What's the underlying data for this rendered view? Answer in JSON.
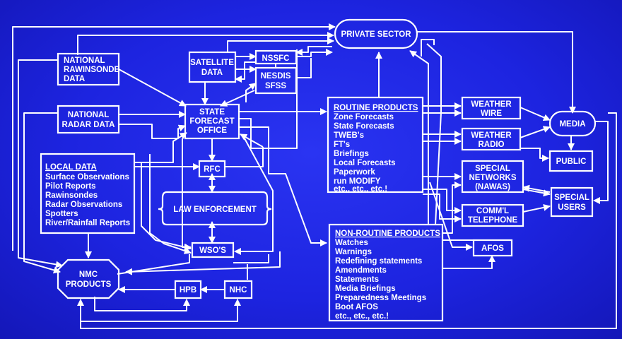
{
  "diagram": {
    "private_sector": "PRIVATE SECTOR",
    "national_rawinsonde": [
      "NATIONAL",
      "RAWINSONDE",
      "DATA"
    ],
    "satellite_data": [
      "SATELLITE",
      "DATA"
    ],
    "nssfc": "NSSFC",
    "nesdis_sfss": [
      "NESDIS",
      "SFSS"
    ],
    "national_radar": [
      "NATIONAL",
      "RADAR DATA"
    ],
    "state_forecast_office": [
      "STATE",
      "FORECAST",
      "OFFICE"
    ],
    "local_data": {
      "title": "LOCAL DATA",
      "items": [
        "Surface Observations",
        "Pilot Reports",
        "Rawinsondes",
        "Radar Observations",
        "Spotters",
        "River/Rainfall Reports"
      ]
    },
    "rfc": "RFC",
    "law_enforcement": "LAW ENFORCEMENT",
    "wsos": "WSO'S",
    "nmc_products": [
      "NMC",
      "PRODUCTS"
    ],
    "hpb": "HPB",
    "nhc": "NHC",
    "routine_products": {
      "title": "ROUTINE PRODUCTS",
      "items": [
        "Zone Forecasts",
        "State Forecasts",
        "TWEB's",
        "FT's",
        "Briefings",
        "Local Forecasts",
        "Paperwork",
        "run MODIFY",
        "etc., etc., etc.!"
      ]
    },
    "non_routine_products": {
      "title": "NON-ROUTINE PRODUCTS",
      "items": [
        "Watches",
        "Warnings",
        "Redefining statements",
        "Amendments",
        "Statements",
        "Media Briefings",
        "Preparedness Meetings",
        "Boot AFOS",
        "etc., etc., etc.!"
      ]
    },
    "weather_wire": [
      "WEATHER",
      "WIRE"
    ],
    "weather_radio": [
      "WEATHER",
      "RADIO"
    ],
    "special_networks": [
      "SPECIAL",
      "NETWORKS",
      "(NAWAS)"
    ],
    "comml_telephone": [
      "COMM'L",
      "TELEPHONE"
    ],
    "afos": "AFOS",
    "media": "MEDIA",
    "public": "PUBLIC",
    "special_users": [
      "SPECIAL",
      "USERS"
    ]
  }
}
